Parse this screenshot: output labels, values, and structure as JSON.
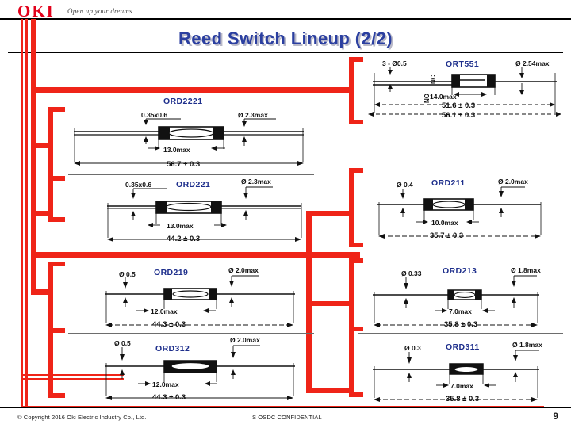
{
  "header": {
    "logo_text": "OKI",
    "tagline": "Open up your dreams"
  },
  "title": "Reed Switch Lineup (2/2)",
  "footer": {
    "copyright": "© Copyright 2016 Oki Electric Industry Co., Ltd.",
    "confidential": "S OSDC CONFIDENTIAL",
    "page_number": "9"
  },
  "colors": {
    "brand_red": "#ef2418",
    "title_blue": "#2b3fa0",
    "part_label_blue": "#1e2f8c",
    "line_black": "#000000"
  },
  "parts": [
    {
      "name": "ORT551",
      "lead_dia": "3 - Ø0.5",
      "body_dia": "Ø 2.54max",
      "body_length": "14.0max",
      "overall_length_1": "51.6 ± 0.3",
      "overall_length_2": "56.1 ± 0.3",
      "contact_labels": [
        "NC",
        "NO"
      ]
    },
    {
      "name": "ORD2221",
      "lead_dia": "0.35x0.6",
      "body_dia": "Ø 2.3max",
      "body_length": "13.0max",
      "overall_length_1": "56.7 ± 0.3"
    },
    {
      "name": "ORD221",
      "lead_dia": "0.35x0.6",
      "body_dia": "Ø 2.3max",
      "body_length": "13.0max",
      "overall_length_1": "44.2 ± 0.3"
    },
    {
      "name": "ORD211",
      "lead_dia": "Ø 0.4",
      "body_dia": "Ø 2.0max",
      "body_length": "10.0max",
      "overall_length_1": "35.7 ± 0.3"
    },
    {
      "name": "ORD219",
      "lead_dia": "Ø 0.5",
      "body_dia": "Ø 2.0max",
      "body_length": "12.0max",
      "overall_length_1": "44.3 ± 0.3"
    },
    {
      "name": "ORD213",
      "lead_dia": "Ø 0.33",
      "body_dia": "Ø 1.8max",
      "body_length": "7.0max",
      "overall_length_1": "35.8 ± 0.3"
    },
    {
      "name": "ORD312",
      "lead_dia": "Ø 0.5",
      "body_dia": "Ø 2.0max",
      "body_length": "12.0max",
      "overall_length_1": "44.3 ± 0.3"
    },
    {
      "name": "ORD311",
      "lead_dia": "Ø 0.3",
      "body_dia": "Ø 1.8max",
      "body_length": "7.0max",
      "overall_length_1": "35.8 ± 0.3"
    }
  ]
}
